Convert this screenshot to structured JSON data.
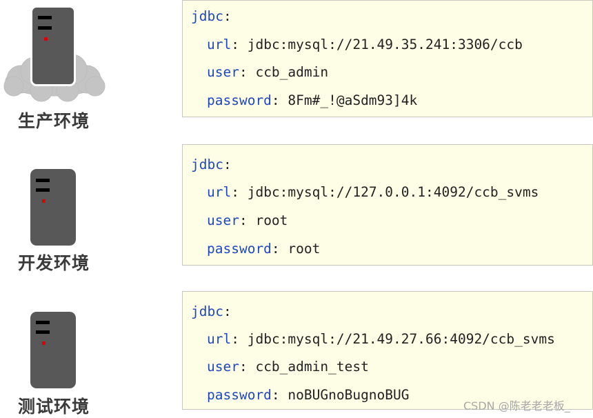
{
  "environments": [
    {
      "label": "生产环境",
      "config": {
        "root_key": "jdbc",
        "url_key": "url",
        "url_value": "jdbc:mysql://21.49.35.241:3306/ccb",
        "user_key": "user",
        "user_value": "ccb_admin",
        "password_key": "password",
        "password_value": "8Fm#_!@aSdm93]4k"
      }
    },
    {
      "label": "开发环境",
      "config": {
        "root_key": "jdbc",
        "url_key": "url",
        "url_value": "jdbc:mysql://127.0.0.1:4092/ccb_svms",
        "user_key": "user",
        "user_value": "root",
        "password_key": "password",
        "password_value": "root"
      }
    },
    {
      "label": "测试环境",
      "config": {
        "root_key": "jdbc",
        "url_key": "url",
        "url_value": "jdbc:mysql://21.49.27.66:4092/ccb_svms",
        "user_key": "user",
        "user_value": "ccb_admin_test",
        "password_key": "password",
        "password_value": "noBUGnoBugnoBUG"
      }
    }
  ],
  "colors": {
    "key": "#1f47c0",
    "code_background": "#fefee6",
    "server": "#585858",
    "led": "#e00000",
    "cloud": "#c4c4c4"
  },
  "icons": [
    "server-icon",
    "cloud-icon"
  ],
  "watermark": "CSDN @陈老老老板_"
}
